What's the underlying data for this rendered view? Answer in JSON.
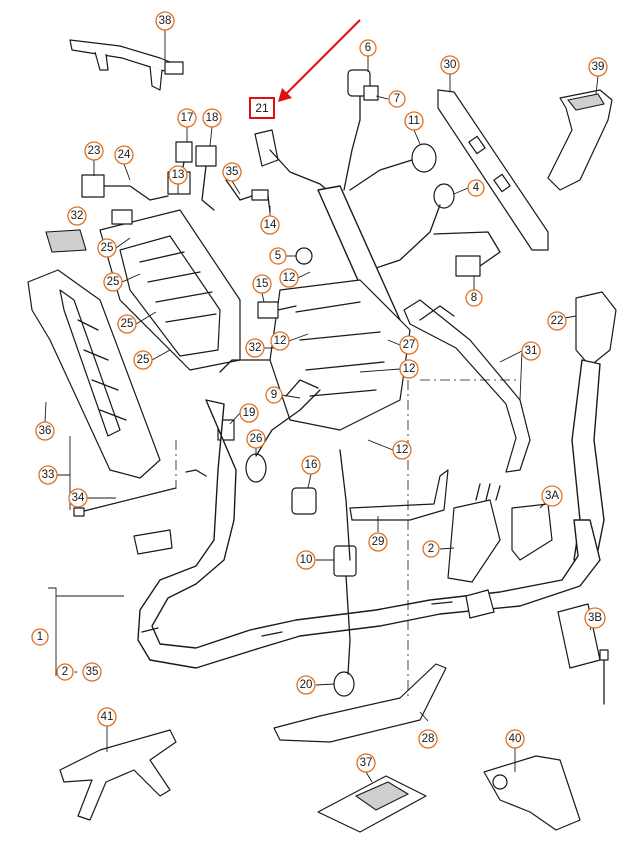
{
  "callouts": {
    "c38": "38",
    "c6": "6",
    "c7": "7",
    "c39": "39",
    "c30": "30",
    "c17": "17",
    "c18": "18",
    "c11": "11",
    "c23": "23",
    "c24": "24",
    "c13": "13",
    "c35a": "35",
    "c4": "4",
    "c32a": "32",
    "c14": "14",
    "c25a": "25",
    "c5": "5",
    "c12a": "12",
    "c25b": "25",
    "c8": "8",
    "c15": "15",
    "c25c": "25",
    "c22": "22",
    "c12b": "12",
    "c32b": "32",
    "c27": "27",
    "c31": "31",
    "c25d": "25",
    "c12c": "12",
    "c9": "9",
    "c19": "19",
    "c36": "36",
    "c26": "26",
    "c12d": "12",
    "c33": "33",
    "c16": "16",
    "c34": "34",
    "c3a": "3A",
    "c2a": "2",
    "c29": "29",
    "c10": "10",
    "c1": "1",
    "c3b": "3B",
    "c2b": "2",
    "c35b": "35",
    "c20": "20",
    "c41": "41",
    "c28": "28",
    "c40": "40",
    "c37": "37"
  },
  "highlight": {
    "label": "21",
    "color": "#e01010"
  },
  "accent_color": "#e07020"
}
